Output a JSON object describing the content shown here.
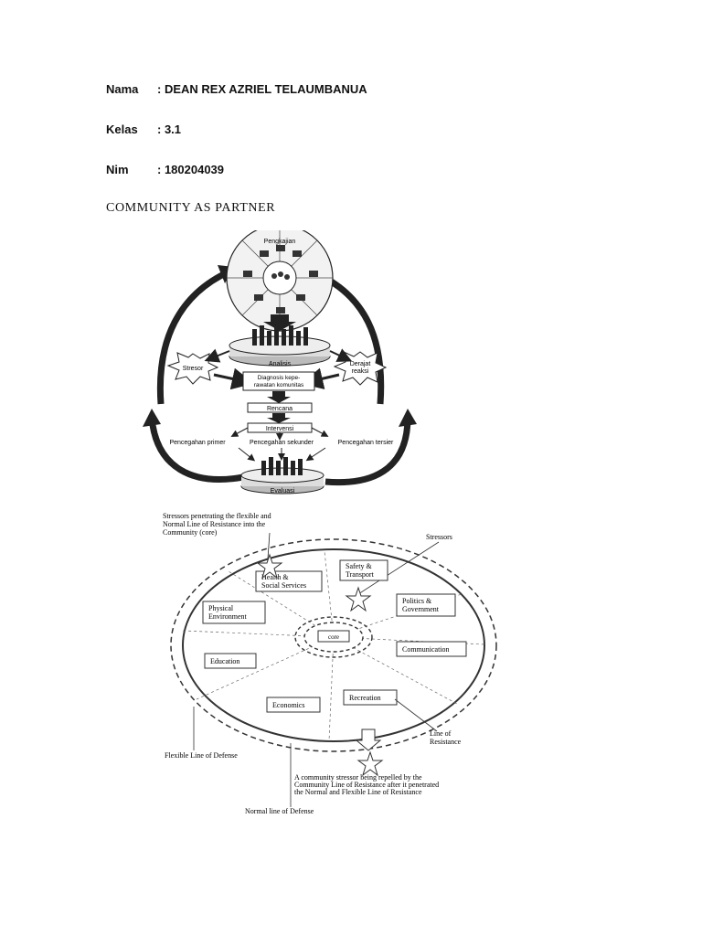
{
  "header": {
    "fields": [
      {
        "label": "Nama",
        "value": ": DEAN REX AZRIEL TELAUMBANUA"
      },
      {
        "label": "Kelas",
        "value": ": 3.1"
      },
      {
        "label": "Nim",
        "value": ": 180204039"
      }
    ]
  },
  "title": "COMMUNITY AS PARTNER",
  "diagram1": {
    "pengkajian": "Pengkajian",
    "analisis": "Analisis",
    "stresor": "Stresor",
    "derajat_line1": "Derajat",
    "derajat_line2": "reaksi",
    "diagnosis_line1": "Diagnosis kepe-",
    "diagnosis_line2": "rawatan komunitas",
    "rencana": "Rencana",
    "intervensi": "Intervensi",
    "pencegahan_primer": "Pencegahan primer",
    "pencegahan_sekunder": "Pencegahan sekunder",
    "pencegahan_tersier": "Pencegahan tersier",
    "evaluasi": "Evaluasi"
  },
  "diagram2": {
    "stressors_penetrating_1": "Stressors penetrating the flexible and",
    "stressors_penetrating_2": "Normal Line of Resistance into the",
    "stressors_penetrating_3": "Community (core)",
    "stressors": "Stressors",
    "health_1": "Health &",
    "health_2": "Social Services",
    "safety_1": "Safety &",
    "safety_2": "Transport",
    "physical_1": "Physical",
    "physical_2": "Environment",
    "politics_1": "Politics &",
    "politics_2": "Government",
    "core": "core",
    "communication": "Communication",
    "education": "Education",
    "recreation": "Recreation",
    "economics": "Economics",
    "line_of_resistance_1": "Line of",
    "line_of_resistance_2": "Resistance",
    "flexible_line": "Flexible Line of Defense",
    "repelled_1": "A community stressor being repelled by the",
    "repelled_2": "Community Line of Resistance after it penetrated",
    "repelled_3": "the Normal and Flexible Line of Resistance",
    "normal_line": "Normal line of Defense"
  }
}
